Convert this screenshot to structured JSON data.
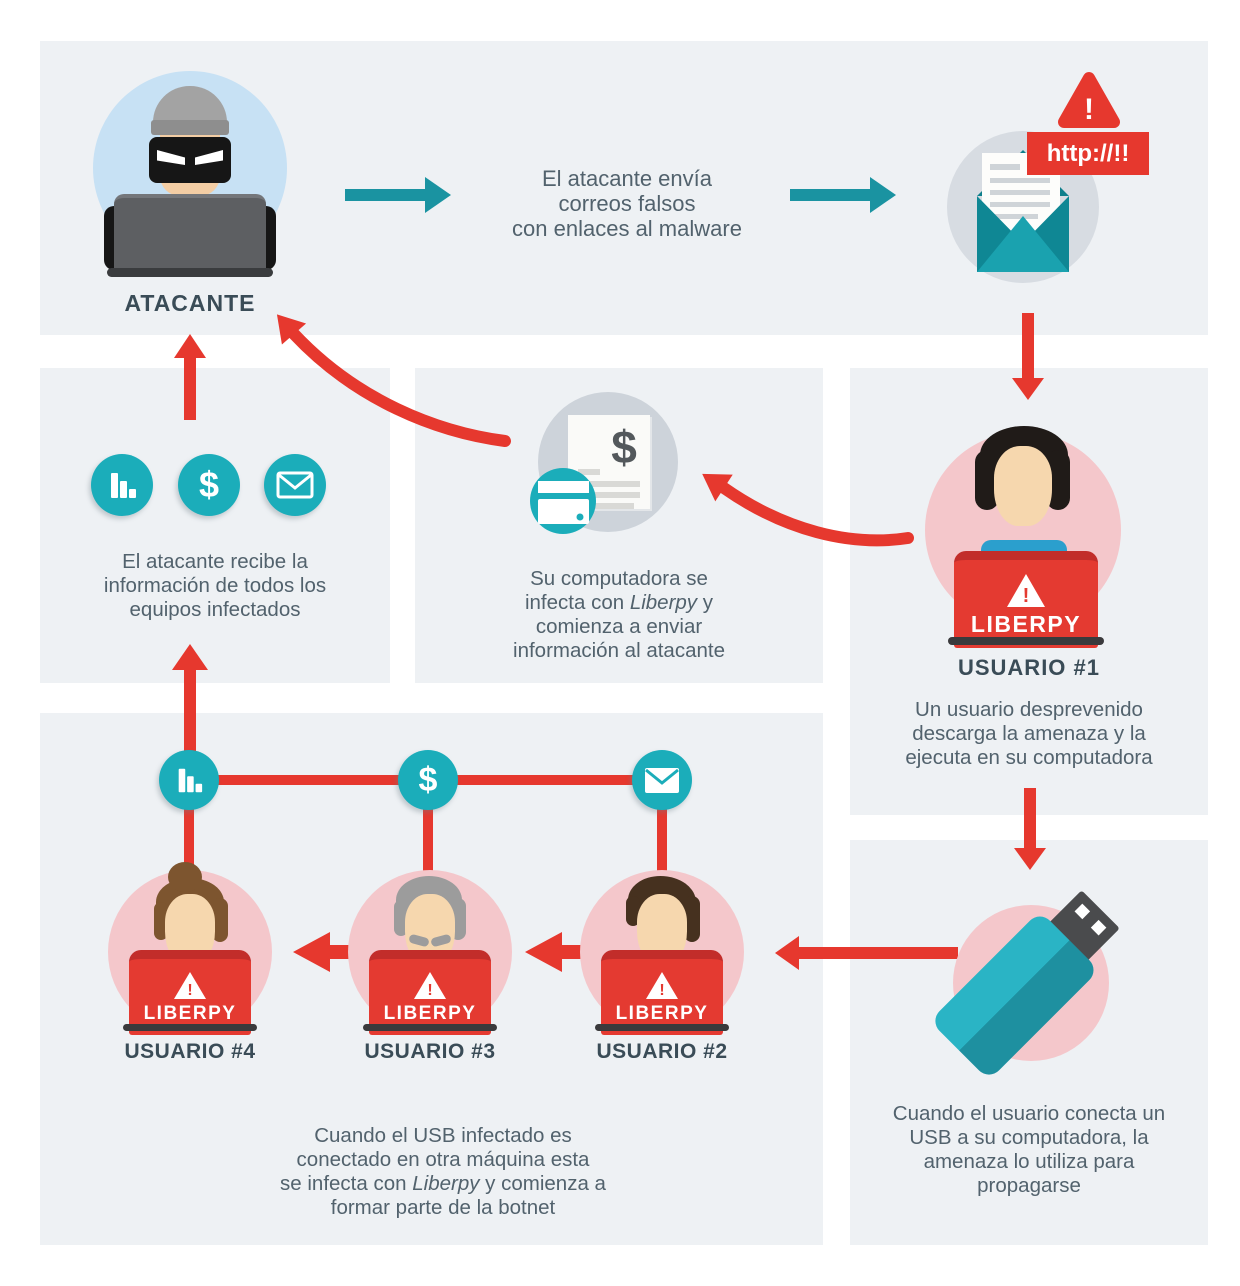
{
  "colors": {
    "red": "#e6382e",
    "teal_arrow": "#1a93a1",
    "teal_icon": "#1badba",
    "panel_bg": "#eef1f4",
    "pink_circle": "#f4c7cb",
    "attacker_circle_blue": "#c7e1f4",
    "text_body": "#52626d",
    "text_heading": "#3a4c57"
  },
  "glyphs": {
    "dollar": "$",
    "warning": "!"
  },
  "top_panel": {
    "attacker_label": "ATACANTE",
    "message": "El atacante envía\ncorreos falsos\ncon enlaces al malware",
    "url_banner": "http://!!"
  },
  "receive_panel": {
    "icons": [
      "bar-chart",
      "dollar",
      "envelope"
    ],
    "text": "El atacante recibe la\ninformación de todos los\nequipos infectados"
  },
  "infect_panel": {
    "text_pre": "Su computadora se\ninfecta con ",
    "emphasis": "Liberpy",
    "text_post": " y\ncomienza a enviar\ninformación al atacante"
  },
  "user1_panel": {
    "label": "USUARIO #1",
    "laptop_label": "LIBERPY",
    "text": "Un usuario desprevenido\ndescarga la amenaza y la\nejecuta en su computadora"
  },
  "usb_panel": {
    "text": "Cuando el usuario conecta un\nUSB a su computadora, la\namenaza lo utiliza para\npropagarse"
  },
  "botnet_panel": {
    "icons": [
      "bar-chart",
      "dollar",
      "envelope"
    ],
    "users": [
      {
        "label": "USUARIO #4",
        "laptop_label": "LIBERPY"
      },
      {
        "label": "USUARIO #3",
        "laptop_label": "LIBERPY"
      },
      {
        "label": "USUARIO #2",
        "laptop_label": "LIBERPY"
      }
    ],
    "text_pre": "Cuando el USB infectado es\nconectado en otra máquina esta\nse infecta con ",
    "emphasis": "Liberpy",
    "text_post": " y comienza a\nformar parte de la botnet"
  }
}
